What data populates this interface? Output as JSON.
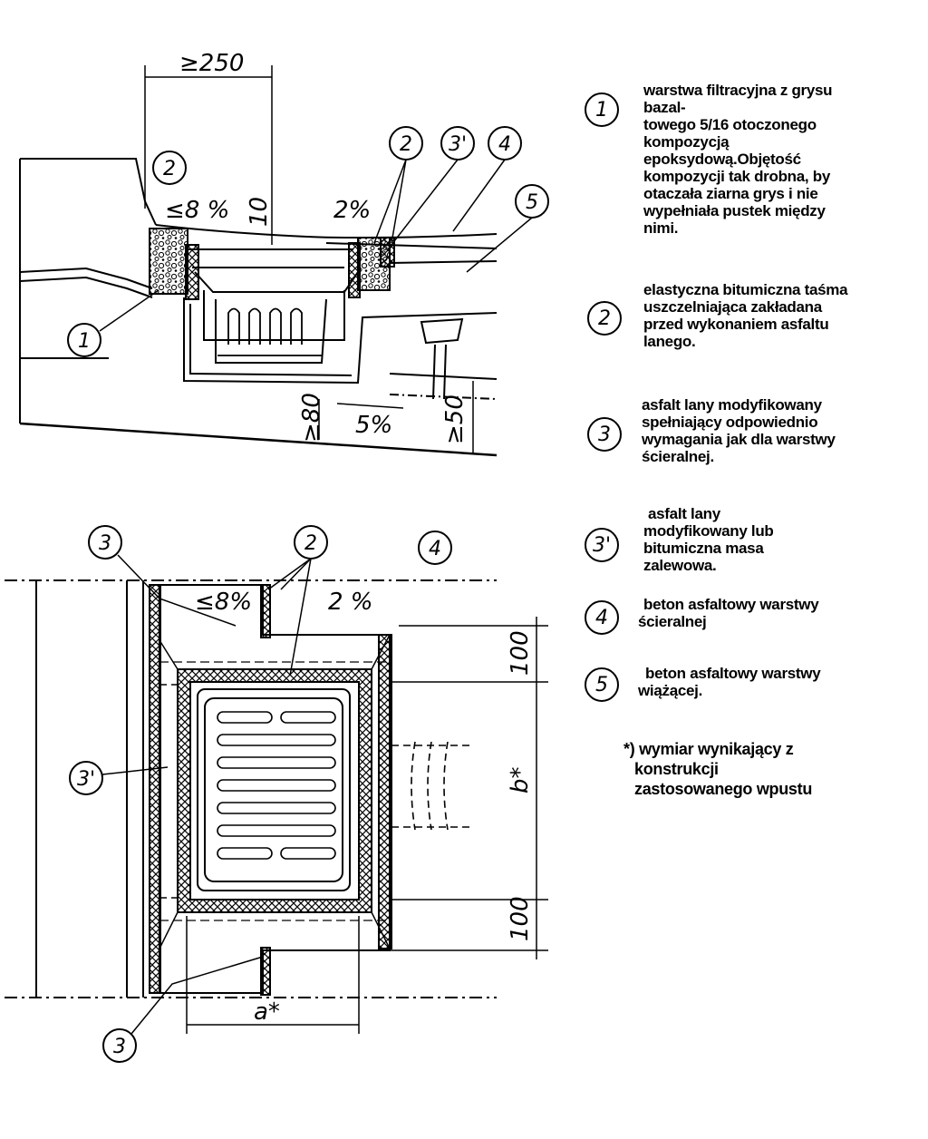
{
  "callouts": {
    "top_dim": "≥250",
    "slope_left": "≤8 %",
    "slope_right": "2%",
    "dim_10": "10",
    "dim_80": "≥80",
    "dim_50": "≥50",
    "slope_bottom": "5%",
    "plan_slope_left": "≤8%",
    "plan_slope_right": "2 %",
    "dim_100_top": "100",
    "dim_100_bottom": "100",
    "dim_b": "b*",
    "dim_a": "a*"
  },
  "markers": {
    "m1": "1",
    "m2": "2",
    "m3": "3",
    "m3p": "3'",
    "m4": "4",
    "m5": "5"
  },
  "legend": {
    "item1": {
      "num": "1",
      "lines": [
        "warstwa filtracyjna z grysu",
        "bazal-",
        "towego 5/16 otoczonego",
        "kompozycją",
        "epoksydową.Objętość",
        "kompozycji tak drobna, by",
        "otaczała ziarna grys i nie",
        "wypełniała pustek między",
        "nimi."
      ]
    },
    "item2": {
      "num": "2",
      "lines": [
        "elastyczna bitumiczna taśma",
        "uszczelniająca zakładana",
        "przed wykonaniem asfaltu",
        "lanego."
      ]
    },
    "item3": {
      "num": "3",
      "lines": [
        "asfalt lany modyfikowany",
        "spełniający odpowiednio",
        "wymagania jak dla warstwy",
        "ścieralnej."
      ]
    },
    "item3p": {
      "num": "3'",
      "lines": [
        "asfalt lany",
        "modyfikowany lub",
        "bitumiczna masa",
        "zalewowa."
      ]
    },
    "item4": {
      "num": "4",
      "lines": [
        "beton asfaltowy warstwy",
        "ścieralnej"
      ]
    },
    "item5": {
      "num": "5",
      "lines": [
        "beton asfaltowy warstwy",
        "wiążącej."
      ]
    },
    "note": {
      "lines": [
        "*) wymiar wynikający z",
        "konstrukcji",
        "zastosowanego wpustu"
      ]
    }
  }
}
